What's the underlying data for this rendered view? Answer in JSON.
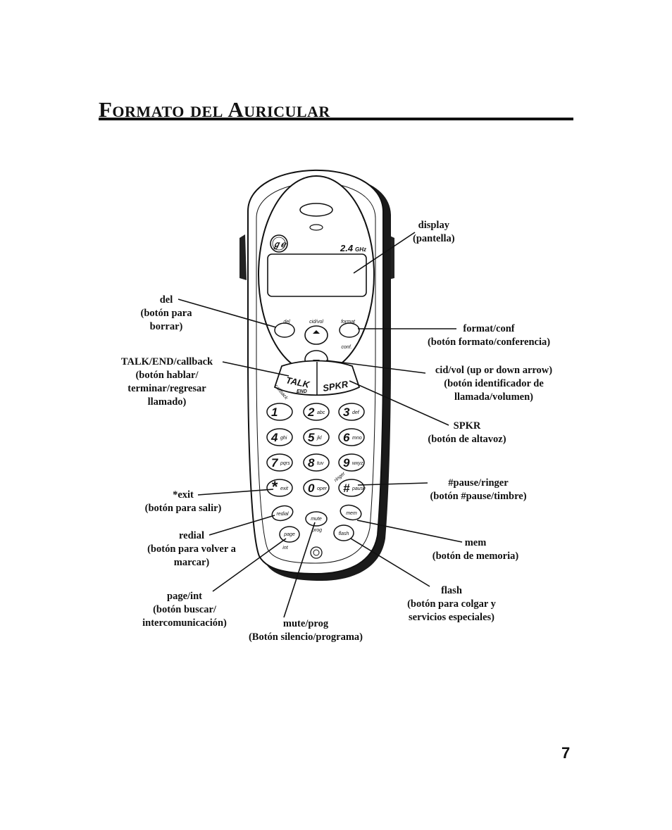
{
  "page": {
    "title": "Formato del Auricular",
    "page_number": "7"
  },
  "phone": {
    "brand_icon": "ge-logo-icon",
    "band_label": "2.4",
    "band_unit": "GHz",
    "keys": {
      "del": "del",
      "cid_vol": "cid/vol",
      "format": "format",
      "conf": "conf.",
      "talk": "TALK",
      "end": "END",
      "callback": "callback",
      "spkr": "SPKR",
      "ringer": "ringer",
      "mute": "mute",
      "prog": "prog",
      "page": "page",
      "int": "int",
      "redial": "redial",
      "mem": "mem",
      "flash": "flash"
    },
    "keypad": [
      {
        "digit": "1",
        "sub": ""
      },
      {
        "digit": "2",
        "sub": "abc"
      },
      {
        "digit": "3",
        "sub": "def"
      },
      {
        "digit": "4",
        "sub": "ghi"
      },
      {
        "digit": "5",
        "sub": "jkl"
      },
      {
        "digit": "6",
        "sub": "mno"
      },
      {
        "digit": "7",
        "sub": "pqrs"
      },
      {
        "digit": "8",
        "sub": "tuv"
      },
      {
        "digit": "9",
        "sub": "wxyz"
      },
      {
        "digit": "*",
        "sub": "exit"
      },
      {
        "digit": "0",
        "sub": "oper"
      },
      {
        "digit": "#",
        "sub": "pause"
      }
    ]
  },
  "callouts": {
    "display": [
      "display",
      "(pantella)"
    ],
    "del": [
      "del",
      "(botón para",
      "borrar)"
    ],
    "format_conf": [
      "format/conf",
      "(botón formato/conferencia)"
    ],
    "talk_end": [
      "TALK/END/callback",
      "(botón hablar/",
      "terminar/regresar",
      "llamado)"
    ],
    "cid_vol": [
      "cid/vol (up or down arrow)",
      "(botón identificador de",
      "llamada/volumen)"
    ],
    "spkr": [
      "SPKR",
      "(botón de altavoz)"
    ],
    "pause_ringer": [
      "#pause/ringer",
      "(botón #pause/timbre)"
    ],
    "exit": [
      "*exit",
      "(botón para salir)"
    ],
    "redial": [
      "redial",
      "(botón para volver a",
      "marcar)"
    ],
    "mem": [
      "mem",
      "(botón de memoria)"
    ],
    "page_int": [
      "page/int",
      "(botón buscar/",
      "intercomunicación)"
    ],
    "mute_prog": [
      "mute/prog",
      "(Botón silencio/programa)"
    ],
    "flash": [
      "flash",
      "(botón para colgar y",
      "servicios especiales)"
    ]
  }
}
